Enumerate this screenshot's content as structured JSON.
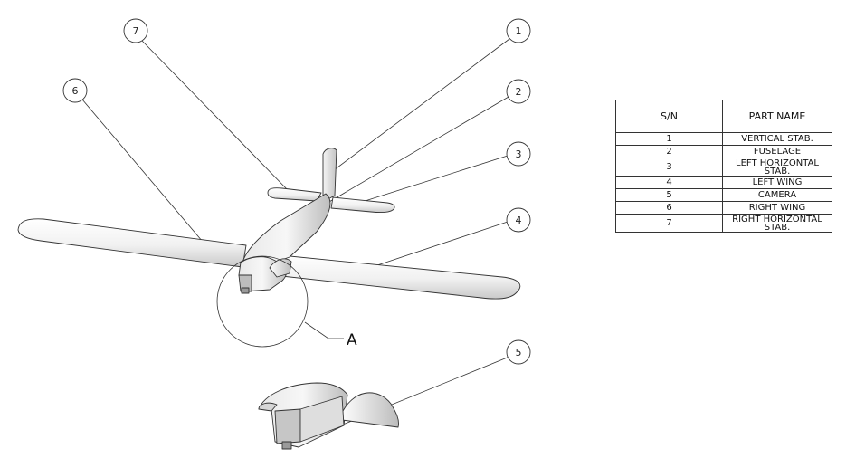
{
  "balloons": [
    {
      "id": "1",
      "label": "1"
    },
    {
      "id": "2",
      "label": "2"
    },
    {
      "id": "3",
      "label": "3"
    },
    {
      "id": "4",
      "label": "4"
    },
    {
      "id": "5",
      "label": "5"
    },
    {
      "id": "6",
      "label": "6"
    },
    {
      "id": "7",
      "label": "7"
    }
  ],
  "detail_label": "A",
  "table": {
    "headers": [
      "S/N",
      "PART NAME"
    ],
    "rows": [
      {
        "sn": "1",
        "name": "VERTICAL STAB."
      },
      {
        "sn": "2",
        "name": "FUSELAGE"
      },
      {
        "sn": "3",
        "name": "LEFT HORIZONTAL STAB."
      },
      {
        "sn": "4",
        "name": "LEFT WING"
      },
      {
        "sn": "5",
        "name": "CAMERA"
      },
      {
        "sn": "6",
        "name": "RIGHT WING"
      },
      {
        "sn": "7",
        "name": "RIGHT HORIZONTAL STAB."
      }
    ]
  },
  "colors": {
    "line": "#333333",
    "surface_light": "#fafafa",
    "surface_dark": "#cfcfcf"
  }
}
